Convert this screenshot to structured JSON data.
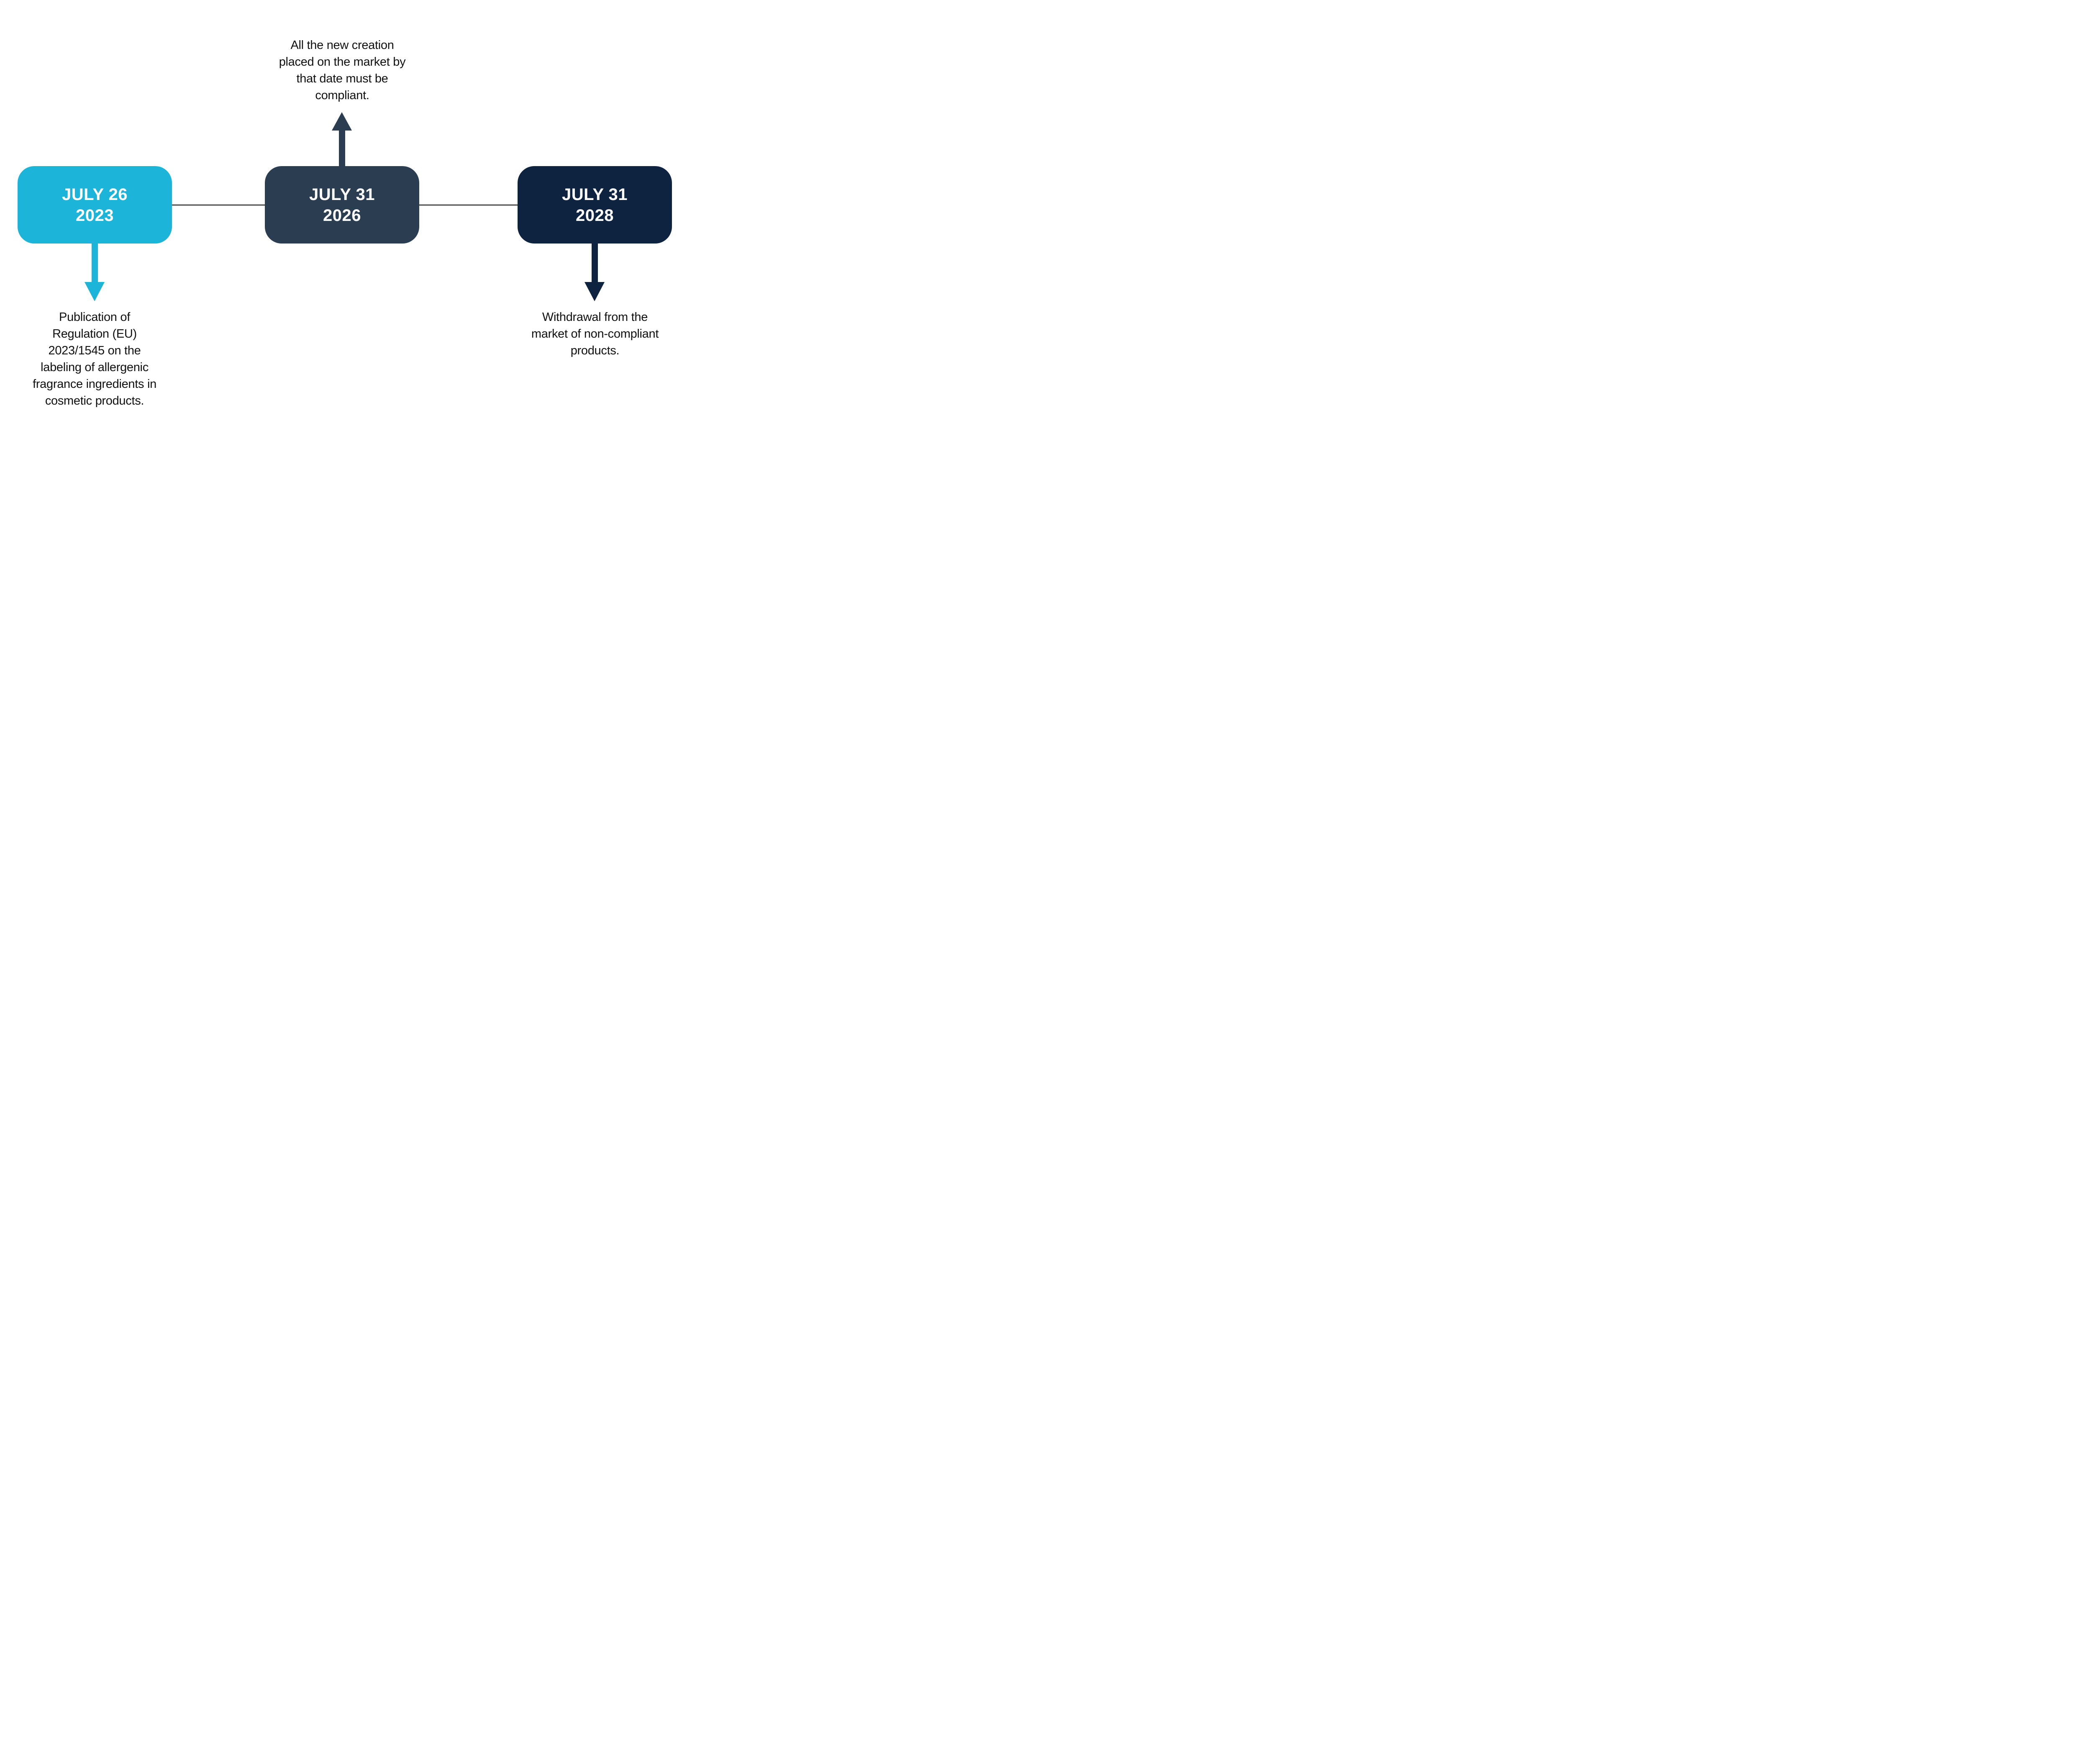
{
  "background_color": "#ffffff",
  "line_color": "#000000",
  "text_color": "#111111",
  "timeline": {
    "milestones": [
      {
        "date_line1": "JULY 26",
        "date_line2": "2023",
        "box_color": "#1CB5D9",
        "arrow_direction": "down",
        "arrow_color": "#1CB5D9",
        "description": "Publication of\nRegulation (EU)\n2023/1545 on the\nlabeling of allergenic\nfragrance ingredients in\ncosmetic products."
      },
      {
        "date_line1": "JULY 31",
        "date_line2": "2026",
        "box_color": "#2B3E51",
        "arrow_direction": "up",
        "arrow_color": "#2B3E51",
        "description": "All the new creation\nplaced on the market by\nthat date must be\ncompliant."
      },
      {
        "date_line1": "JULY 31",
        "date_line2": "2028",
        "box_color": "#0D2340",
        "arrow_direction": "down",
        "arrow_color": "#0D2340",
        "description": "Withdrawal from the\nmarket of non-compliant\nproducts."
      }
    ]
  }
}
